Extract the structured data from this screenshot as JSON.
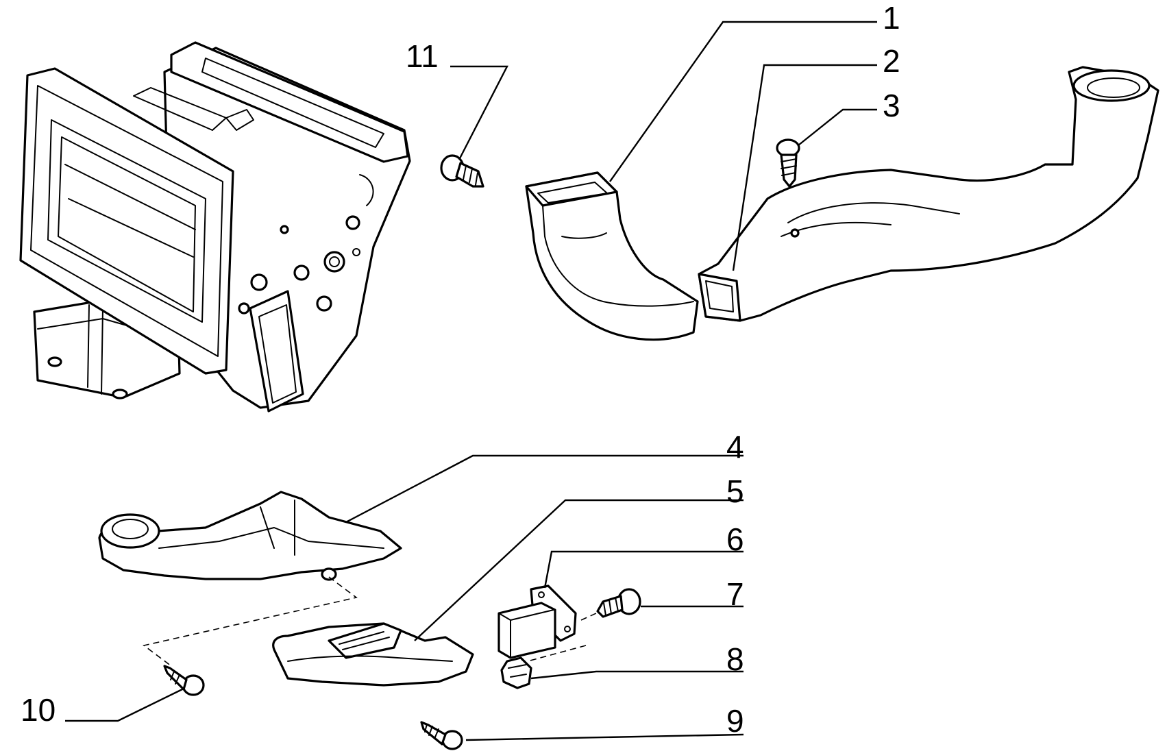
{
  "diagram": {
    "type": "exploded parts diagram",
    "callouts": [
      {
        "id": "1",
        "label": "1"
      },
      {
        "id": "2",
        "label": "2"
      },
      {
        "id": "3",
        "label": "3"
      },
      {
        "id": "4",
        "label": "4"
      },
      {
        "id": "5",
        "label": "5"
      },
      {
        "id": "6",
        "label": "6"
      },
      {
        "id": "7",
        "label": "7"
      },
      {
        "id": "8",
        "label": "8"
      },
      {
        "id": "9",
        "label": "9"
      },
      {
        "id": "10",
        "label": "10"
      },
      {
        "id": "11",
        "label": "11"
      }
    ]
  },
  "colors": {
    "line": "#000000",
    "background": "#ffffff"
  }
}
